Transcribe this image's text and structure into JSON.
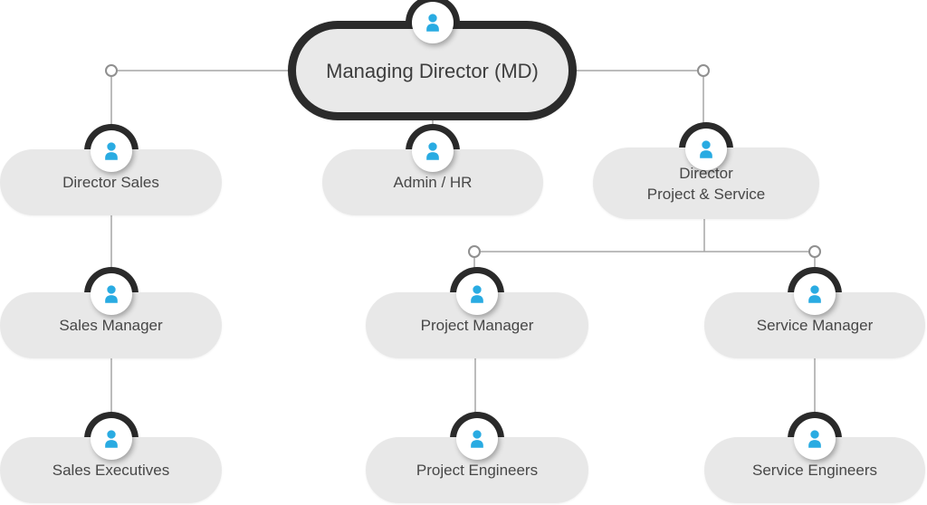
{
  "colors": {
    "accent_blue": "#29abe2",
    "node_fill": "#e8e8e8",
    "dark_outline": "#2b2b2b",
    "connector_line": "#a6a6a6",
    "label_text": "#474747",
    "background": "#ffffff"
  },
  "nodes": {
    "md": {
      "label": "Managing Director (MD)",
      "icon": "person-icon"
    },
    "director_sales": {
      "label": "Director Sales",
      "icon": "person-icon"
    },
    "admin_hr": {
      "label": "Admin / HR",
      "icon": "person-icon"
    },
    "director_project_service": {
      "label": "Director\nProject & Service",
      "icon": "person-icon"
    },
    "sales_manager": {
      "label": "Sales Manager",
      "icon": "person-icon"
    },
    "project_manager": {
      "label": "Project Manager",
      "icon": "person-icon"
    },
    "service_manager": {
      "label": "Service Manager",
      "icon": "person-icon"
    },
    "sales_executives": {
      "label": "Sales Executives",
      "icon": "person-icon"
    },
    "project_engineers": {
      "label": "Project Engineers",
      "icon": "person-icon"
    },
    "service_engineers": {
      "label": "Service Engineers",
      "icon": "person-icon"
    }
  },
  "hierarchy": [
    {
      "parent": "Managing Director (MD)",
      "child": "Director Sales"
    },
    {
      "parent": "Managing Director (MD)",
      "child": "Admin / HR"
    },
    {
      "parent": "Managing Director (MD)",
      "child": "Director Project & Service"
    },
    {
      "parent": "Director Sales",
      "child": "Sales Manager"
    },
    {
      "parent": "Director Project & Service",
      "child": "Project Manager"
    },
    {
      "parent": "Director Project & Service",
      "child": "Service Manager"
    },
    {
      "parent": "Sales Manager",
      "child": "Sales Executives"
    },
    {
      "parent": "Project Manager",
      "child": "Project Engineers"
    },
    {
      "parent": "Service Manager",
      "child": "Service Engineers"
    }
  ]
}
